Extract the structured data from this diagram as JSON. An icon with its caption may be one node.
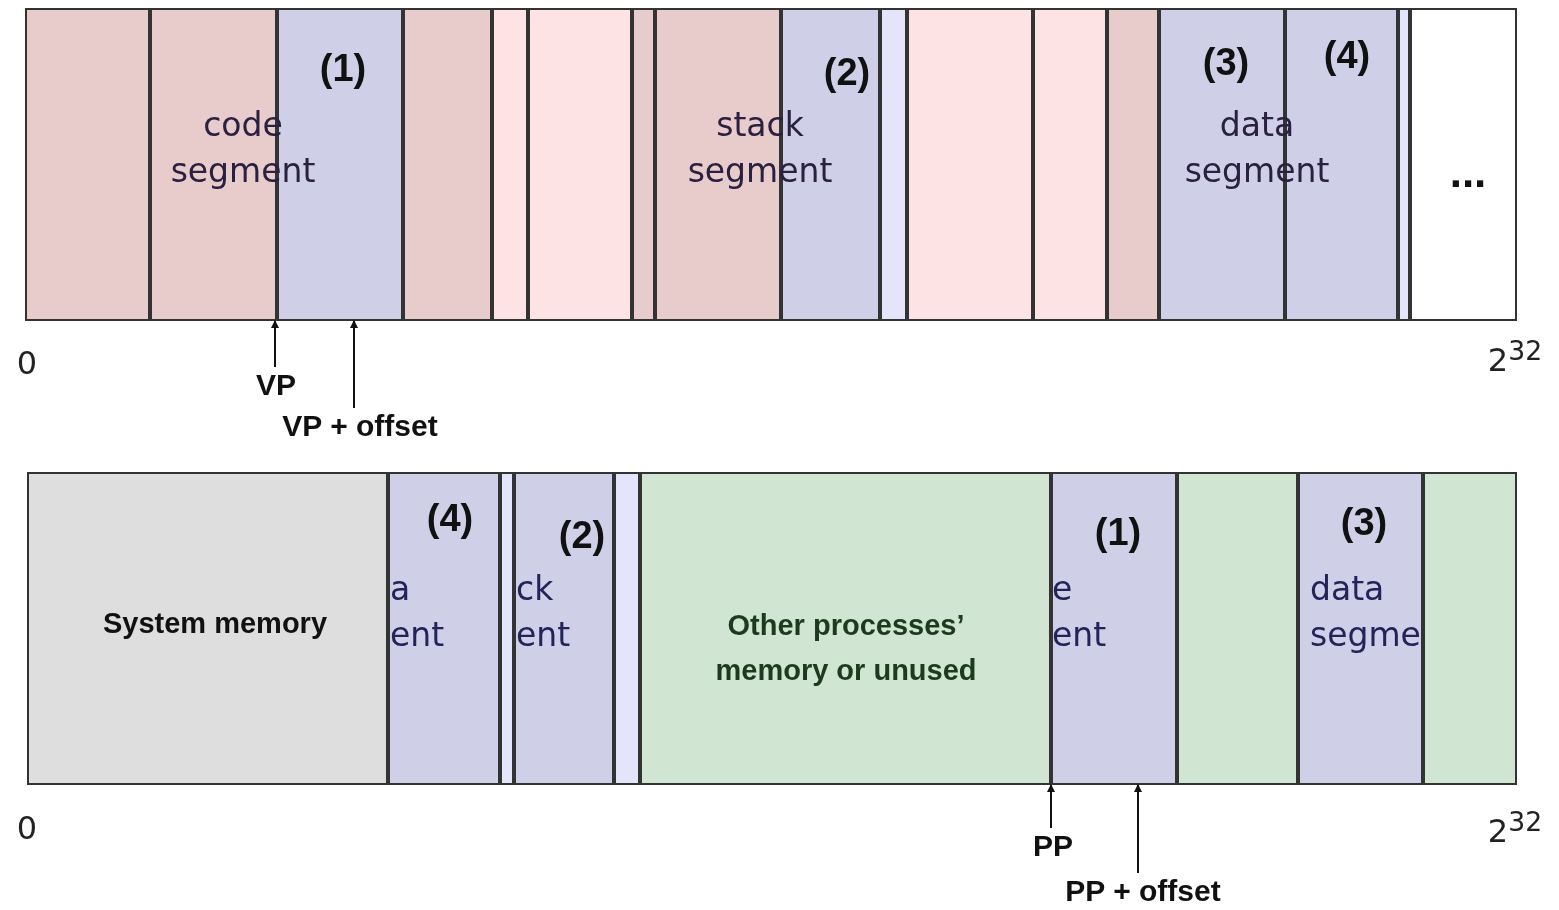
{
  "diagram": {
    "nodes": [
      {
        "text": [],
        "shape": "box"
      },
      {
        "text": [],
        "shape": "box"
      },
      {
        "text": [
          "(1)"
        ]
      },
      {
        "text": [],
        "shape": "box"
      },
      {
        "text": [],
        "shape": "box"
      },
      {
        "text": [],
        "shape": "box"
      },
      {
        "text": [],
        "shape": "box"
      },
      {
        "text": [],
        "shape": "box"
      },
      {
        "text": [
          "(2)"
        ]
      },
      {
        "text": [],
        "shape": "box"
      },
      {
        "text": [],
        "shape": "box"
      },
      {
        "text": [],
        "shape": "box"
      },
      {
        "text": [],
        "shape": "box"
      },
      {
        "text": [
          "(3)"
        ]
      },
      {
        "text": [
          "(4)"
        ]
      },
      {
        "text": [],
        "shape": "box"
      },
      {
        "text": [
          "..."
        ]
      },
      {
        "text": [
          "VP"
        ]
      },
      {
        "text": [
          "VP + offset"
        ]
      },
      {
        "text": [
          "System memory"
        ]
      },
      {
        "text": [
          "(4)",
          "a ent"
        ]
      },
      {
        "text": [],
        "shape": "box"
      },
      {
        "text": [
          "(2)",
          "ck ent"
        ]
      },
      {
        "text": [],
        "shape": "box"
      },
      {
        "text": [
          "Other processes’ memory or unused"
        ]
      },
      {
        "text": [
          "(1)",
          "e ent"
        ]
      },
      {
        "text": [],
        "shape": "box"
      },
      {
        "text": [
          "(3)",
          "data segme"
        ]
      },
      {
        "text": [],
        "shape": "box"
      },
      {
        "text": [
          "PP"
        ]
      },
      {
        "text": [
          "PP + offset"
        ]
      }
    ],
    "edges": [
      {
        "from": 17,
        "to": 2,
        "arrow": "to"
      },
      {
        "from": 18,
        "to": 2,
        "arrow": "to"
      },
      {
        "from": 29,
        "to": 25,
        "arrow": "to"
      },
      {
        "from": 30,
        "to": 25,
        "arrow": "to"
      }
    ],
    "labels": [
      "code segment",
      "stack segment",
      "data segment",
      "0",
      "2$^{32}$",
      "0",
      "2$^{32}$"
    ]
  }
}
